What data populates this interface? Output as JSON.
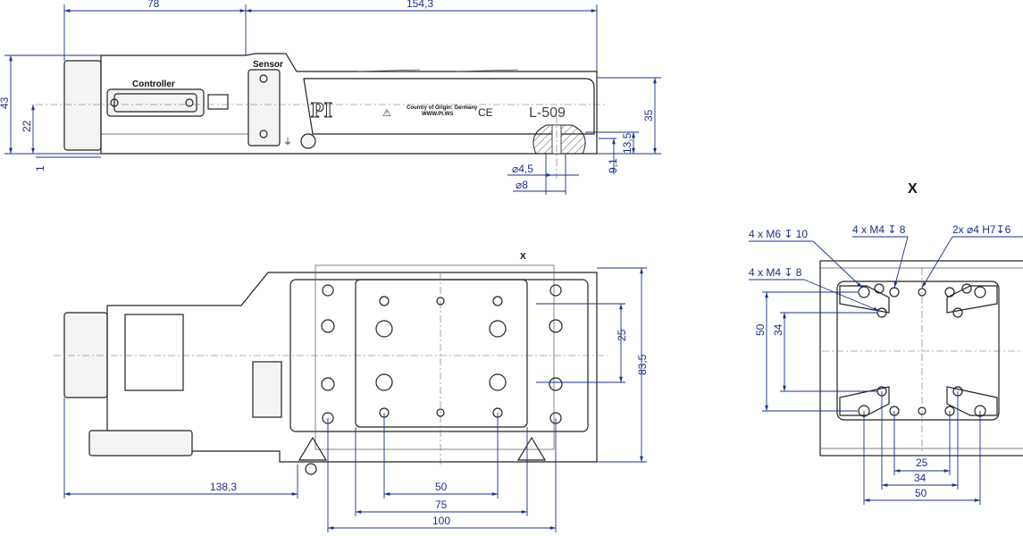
{
  "top_view": {
    "labels": {
      "controller": "Controller",
      "sensor": "Sensor",
      "brand": "PI",
      "model": "L-509",
      "origin": "Country of Origin: Germany",
      "website": "WWW.PI.WS",
      "ce": "CE"
    },
    "dims": {
      "d78": "78",
      "d154": "154,3",
      "d43": "43",
      "d22": "22",
      "d1": "1",
      "d35": "35",
      "d13": "13,5",
      "d9": "9,1",
      "dia45": "⌀4,5",
      "dia8": "⌀8"
    }
  },
  "bottom_view": {
    "section_label": "X",
    "dims": {
      "d25": "25",
      "d83": "83,5",
      "d138": "138,3",
      "d50": "50",
      "d75": "75",
      "d100": "100"
    }
  },
  "detail_view": {
    "title": "X",
    "callouts": {
      "m6": "4 x M6 ↧ 10",
      "m4_top": "4 x M4 ↧ 8",
      "pin": "2x ⌀4 H7↧6",
      "m4_left": "4 x M4 ↧ 8"
    },
    "dims": {
      "v50": "50",
      "v34": "34",
      "h25": "25",
      "h34": "34",
      "h50": "50"
    }
  }
}
